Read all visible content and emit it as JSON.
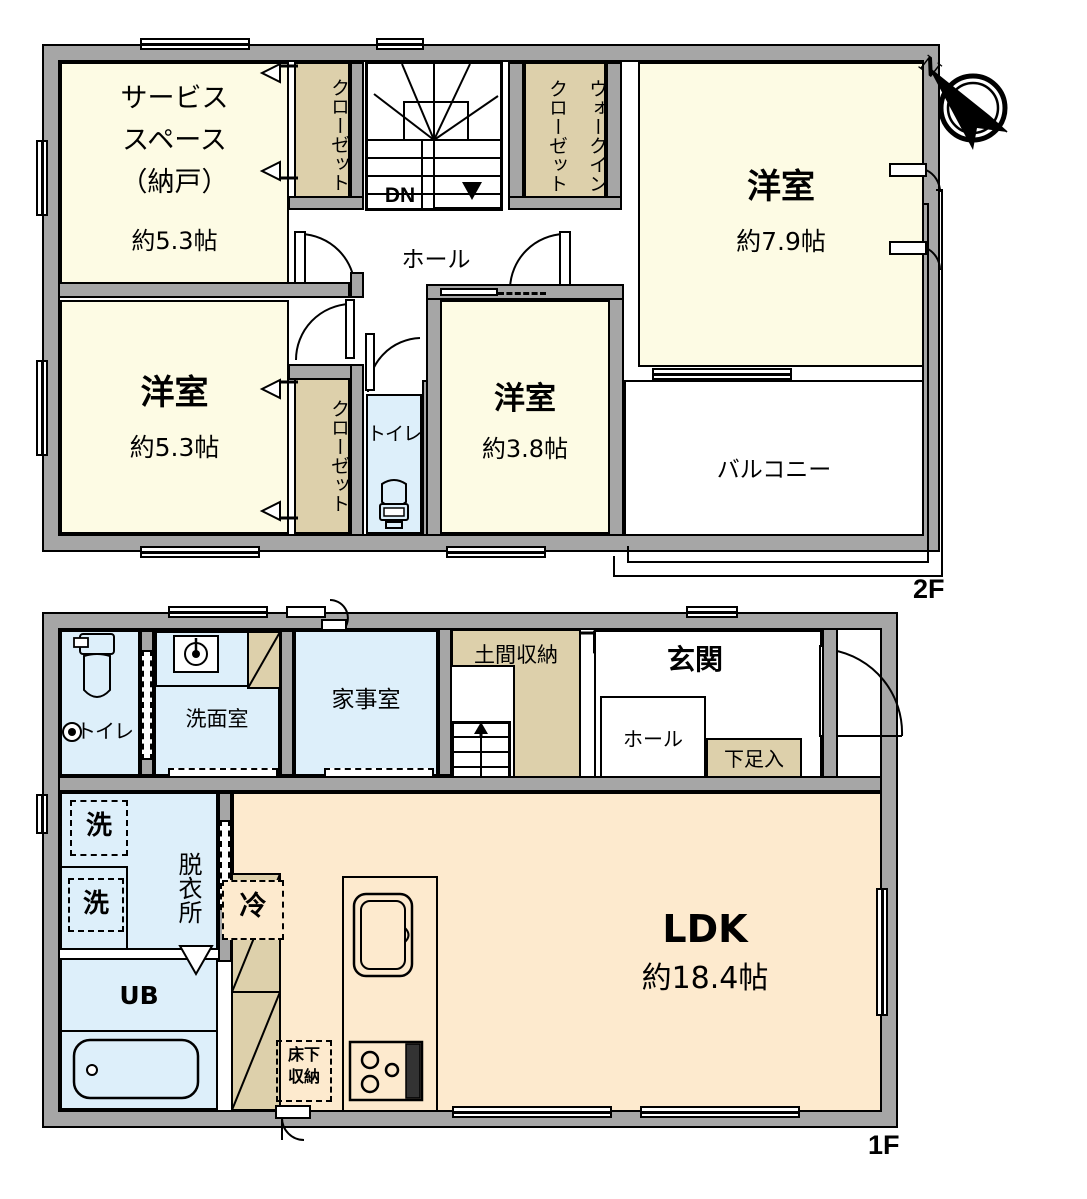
{
  "document": {
    "type": "floor-plan",
    "language": "ja",
    "floors": [
      {
        "id": "2F",
        "label": "2F"
      },
      {
        "id": "1F",
        "label": "1F"
      }
    ]
  },
  "colors": {
    "wall": "#a6a6a6",
    "room": "#fdfbe4",
    "ldk": "#fdeace",
    "closet": "#ddd0ab",
    "water": "#ddeffa",
    "white": "#ffffff",
    "outline": "#000000"
  },
  "compass": {
    "north_label": "N",
    "name": "compass-rose"
  },
  "floor2": {
    "label": "2F",
    "rooms": [
      {
        "key": "service_space",
        "name": "サービス\nスペース\n（納戸）",
        "line1": "サービス",
        "line2": "スペース",
        "line3": "（納戸）",
        "area": "約5.3帖"
      },
      {
        "key": "western_room_79",
        "name": "洋室",
        "area": "約7.9帖"
      },
      {
        "key": "western_room_53",
        "name": "洋室",
        "area": "約5.3帖"
      },
      {
        "key": "western_room_38",
        "name": "洋室",
        "area": "約3.8帖"
      },
      {
        "key": "hall",
        "name": "ホール"
      },
      {
        "key": "balcony",
        "name": "バルコニー"
      },
      {
        "key": "toilet",
        "name": "トイレ"
      }
    ],
    "closets": [
      {
        "key": "closet_service",
        "name": "クローゼット"
      },
      {
        "key": "walk_in_closet",
        "name": "ウォークイン\nクローゼット",
        "col1": "クローゼット",
        "col2": "ウォークイン"
      },
      {
        "key": "closet_bedroom53",
        "name": "クローゼット"
      }
    ],
    "stair_label": "DN"
  },
  "floor1": {
    "label": "1F",
    "rooms": [
      {
        "key": "toilet",
        "name": "トイレ"
      },
      {
        "key": "washroom",
        "name": "洗面室"
      },
      {
        "key": "utility_room",
        "name": "家事室"
      },
      {
        "key": "entrance",
        "name": "玄関"
      },
      {
        "key": "hall",
        "name": "ホール"
      },
      {
        "key": "changing_room",
        "name": "脱衣所"
      },
      {
        "key": "unit_bath",
        "name": "UB"
      },
      {
        "key": "ldk",
        "name": "LDK",
        "area": "約18.4帖"
      }
    ],
    "storages": [
      {
        "key": "doma_storage",
        "name": "土間収納"
      },
      {
        "key": "shoe_storage",
        "name": "下足入"
      },
      {
        "key": "under_floor_storage",
        "name": "床下\n収納",
        "line1": "床下",
        "line2": "収納"
      }
    ],
    "appliance_markers": [
      {
        "key": "washer_upper",
        "name": "洗"
      },
      {
        "key": "washer_lower",
        "name": "洗"
      },
      {
        "key": "fridge",
        "name": "冷"
      }
    ],
    "stair_label": "UP"
  }
}
